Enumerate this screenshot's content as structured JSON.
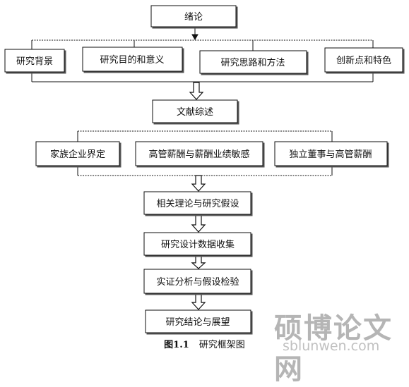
{
  "title_box": "绪论",
  "row1": [
    "研究背景",
    "研究目的和意义",
    "研究思路和方法",
    "创新点和特色"
  ],
  "review_box": "文献综述",
  "row2": [
    "家族企业界定",
    "高管薪酬与薪酬业绩敏感",
    "独立董事与高管薪酬"
  ],
  "chain": [
    "相关理论与研究假设",
    "研究设计数据收集",
    "实证分析与假设检验",
    "研究结论与展望"
  ],
  "caption": {
    "number": "图1.1",
    "text": "研究框架图"
  },
  "watermark": {
    "cn": "硕博论文网",
    "url": "sblunwen.com"
  }
}
